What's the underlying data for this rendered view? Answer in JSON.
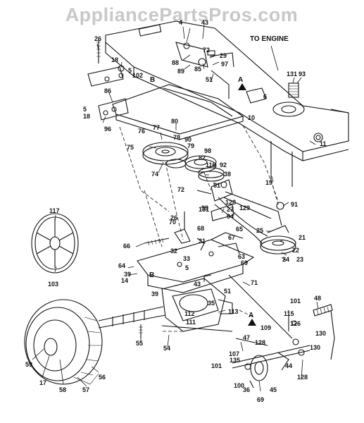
{
  "watermark": "AppliancePartsPros.com",
  "annotations": {
    "to_engine": "TO ENGINE",
    "arrow_a_upper": "A",
    "arrow_a_lower": "A",
    "label_b_upper": "B",
    "label_b_lower": "B"
  },
  "part_labels": [
    "26",
    "4",
    "43",
    "18",
    "5",
    "102",
    "88",
    "72",
    "29",
    "97",
    "89",
    "85",
    "51",
    "TO ENGINE",
    "131",
    "93",
    "86",
    "10",
    "6",
    "5",
    "18",
    "96",
    "77",
    "80",
    "76",
    "78",
    "79",
    "90",
    "98",
    "82",
    "116",
    "92",
    "75",
    "74",
    "38",
    "81",
    "72",
    "91",
    "117",
    "131",
    "99",
    "128",
    "27",
    "94",
    "129",
    "19",
    "11",
    "70",
    "68",
    "65",
    "26",
    "67",
    "66",
    "32",
    "31",
    "25",
    "21",
    "22",
    "23",
    "24",
    "64",
    "39",
    "33",
    "63",
    "69",
    "14",
    "5",
    "113",
    "51",
    "39",
    "71",
    "43",
    "101",
    "48",
    "115",
    "103",
    "112",
    "111",
    "35",
    "109",
    "126",
    "55",
    "54",
    "47",
    "130",
    "107",
    "128",
    "130",
    "101",
    "135",
    "44",
    "128",
    "59",
    "17",
    "58",
    "57",
    "56",
    "100",
    "36",
    "45",
    "69"
  ],
  "colors": {
    "line": "#111111",
    "watermark": "#c8c8c8",
    "background": "#ffffff"
  }
}
